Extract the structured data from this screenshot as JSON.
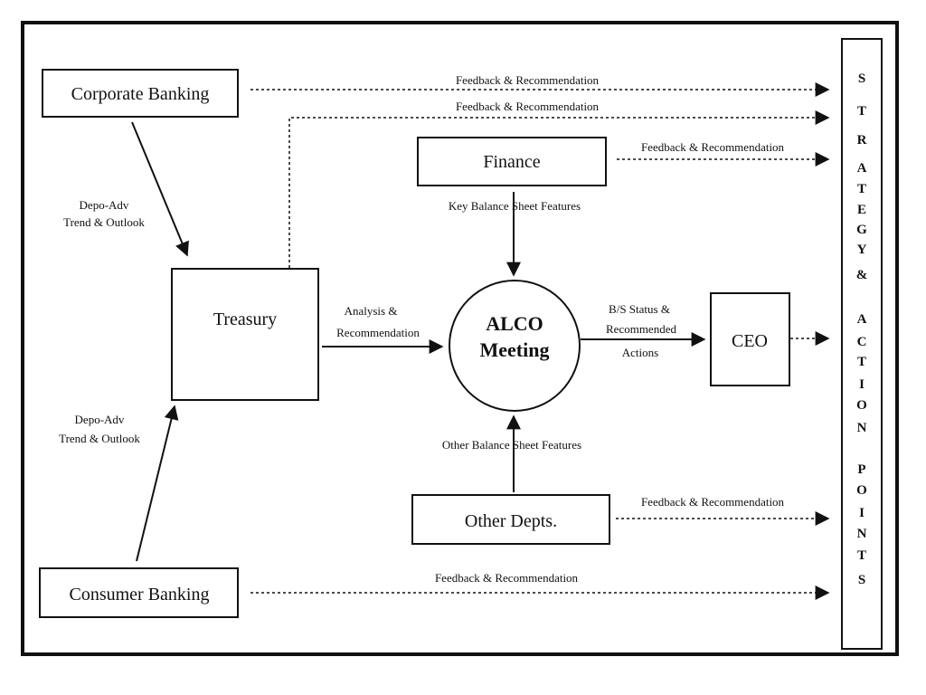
{
  "colors": {
    "ink": "#111111",
    "background": "#ffffff"
  },
  "nodes": {
    "corporate_banking": "Corporate Banking",
    "consumer_banking": "Consumer Banking",
    "treasury": "Treasury",
    "finance": "Finance",
    "alco_meeting_line1": "ALCO",
    "alco_meeting_line2": "Meeting",
    "ceo": "CEO",
    "other_depts": "Other Depts.",
    "strategy_panel_letters": [
      "S",
      "T",
      "R",
      "A",
      "T",
      "E",
      "G",
      "Y",
      "&",
      "A",
      "C",
      "T",
      "I",
      "O",
      "N",
      "P",
      "O",
      "I",
      "N",
      "T",
      "S"
    ]
  },
  "edges": {
    "corporate_feedback": "Feedback & Recommendation",
    "treasury_feedback": "Feedback & Recommendation",
    "finance_feedback": "Feedback & Recommendation",
    "other_feedback": "Feedback & Recommendation",
    "consumer_feedback": "Feedback & Recommendation",
    "corporate_to_treasury_line1": "Depo-Adv",
    "corporate_to_treasury_line2": "Trend & Outlook",
    "consumer_to_treasury_line1": "Depo-Adv",
    "consumer_to_treasury_line2": "Trend & Outlook",
    "finance_to_alco": "Key Balance Sheet Features",
    "other_to_alco": "Other Balance Sheet Features",
    "treasury_to_alco_line1": "Analysis &",
    "treasury_to_alco_line2": "Recommendation",
    "alco_to_ceo_line1": "B/S Status &",
    "alco_to_ceo_line2": "Recommended",
    "alco_to_ceo_line3": "Actions"
  }
}
